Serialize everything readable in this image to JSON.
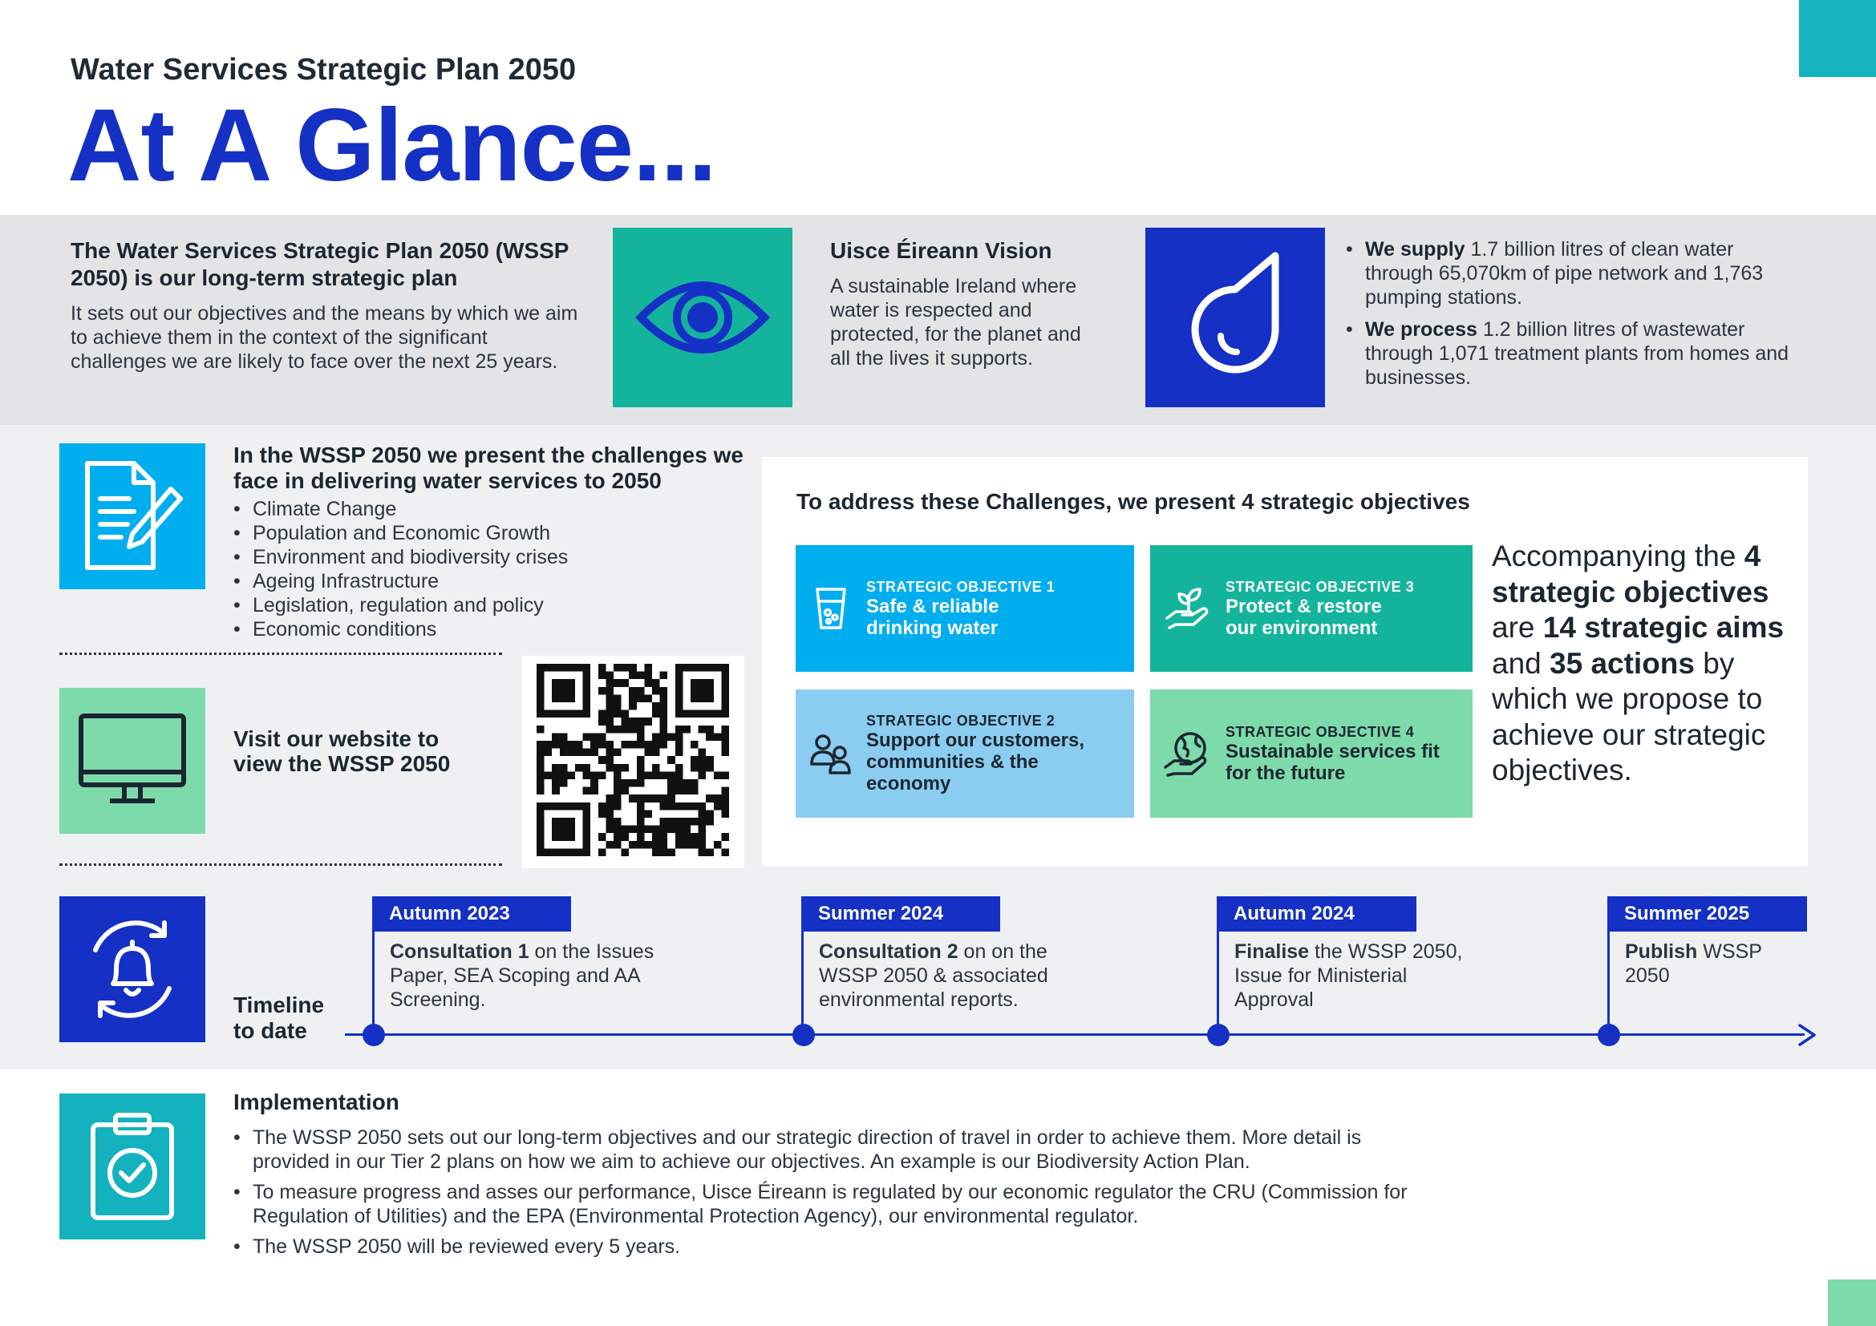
{
  "header": {
    "subtitle": "Water Services Strategic Plan 2050",
    "title": "At A Glance..."
  },
  "intro": {
    "heading": "The Water Services Strategic Plan 2050 (WSSP 2050) is our long-term strategic plan",
    "body": "It sets out our objectives and the means by which we aim to achieve them in the context of the significant challenges we are likely to face over the next 25 years."
  },
  "vision": {
    "heading": "Uisce Éireann Vision",
    "body": "A sustainable Ireland where water is respected and protected, for the planet and all the lives it supports."
  },
  "facts": {
    "supply_bold": "We supply",
    "supply_text": " 1.7 billion litres of clean water through 65,070km of pipe network and 1,763 pumping stations.",
    "process_bold": "We process",
    "process_text": " 1.2 billion litres of wastewater through 1,071 treatment plants from homes and businesses."
  },
  "challenges": {
    "heading": "In the WSSP 2050 we present the challenges we face in delivering water services to 2050",
    "items": [
      "Climate Change",
      "Population and Economic Growth",
      "Environment and biodiversity crises",
      "Ageing Infrastructure",
      "Legislation, regulation and policy",
      "Economic conditions"
    ]
  },
  "website": {
    "text": "Visit our website to view the WSSP 2050"
  },
  "objectives": {
    "heading": "To address these Challenges, we present 4 strategic objectives",
    "items": [
      {
        "label": "STRATEGIC OBJECTIVE 1",
        "title": "Safe & reliable drinking water",
        "color": "#00aeef"
      },
      {
        "label": "STRATEGIC OBJECTIVE 2",
        "title": "Support our customers, communities & the economy",
        "color": "#8bcdf0"
      },
      {
        "label": "STRATEGIC OBJECTIVE 3",
        "title": "Protect & restore our environment",
        "color": "#14b49c"
      },
      {
        "label": "STRATEGIC OBJECTIVE 4",
        "title": "Sustainable services fit for the future",
        "color": "#7ddbab"
      }
    ],
    "accompany": {
      "t1": "Accompanying the ",
      "b1": "4 strategic objectives",
      "t2": " are ",
      "b2": "14 strategic aims",
      "t3": " and ",
      "b3": "35 actions",
      "t4": " by which we propose to achieve our strategic objectives."
    }
  },
  "timeline": {
    "label": "Timeline to date",
    "events": [
      {
        "date": "Autumn 2023",
        "bold": "Consultation 1",
        "text": " on the Issues Paper, SEA Scoping and AA Screening."
      },
      {
        "date": "Summer 2024",
        "bold": "Consultation 2",
        "text": " on on the WSSP 2050 & associated environmental reports."
      },
      {
        "date": "Autumn 2024",
        "bold": "Finalise",
        "text": " the WSSP 2050, Issue for Ministerial Approval"
      },
      {
        "date": "Summer 2025",
        "bold": "Publish",
        "text": " WSSP 2050"
      }
    ]
  },
  "implementation": {
    "heading": "Implementation",
    "items": [
      "The WSSP 2050 sets out our long-term objectives and our strategic direction of travel in order to achieve them. More detail is provided in our Tier 2 plans on how we aim to achieve our objectives. An example is our Biodiversity Action Plan.",
      "To measure progress and asses our performance, Uisce Éireann is regulated by our economic regulator the CRU (Commission for Regulation of Utilities) and the EPA (Environmental Protection Agency), our environmental regulator.",
      "The WSSP 2050 will be reviewed every 5 years."
    ]
  },
  "colors": {
    "brand_blue": "#1530c4",
    "teal": "#14b49c",
    "cyan": "#00aeef",
    "mint": "#7ddbab",
    "light_blue": "#8bcdf0"
  },
  "icons": [
    "eye-icon",
    "water-drop-icon",
    "document-pen-icon",
    "monitor-icon",
    "qr-code",
    "water-glass-icon",
    "people-icon",
    "plant-hand-icon",
    "globe-hand-icon",
    "bell-refresh-icon",
    "clipboard-check-icon"
  ]
}
